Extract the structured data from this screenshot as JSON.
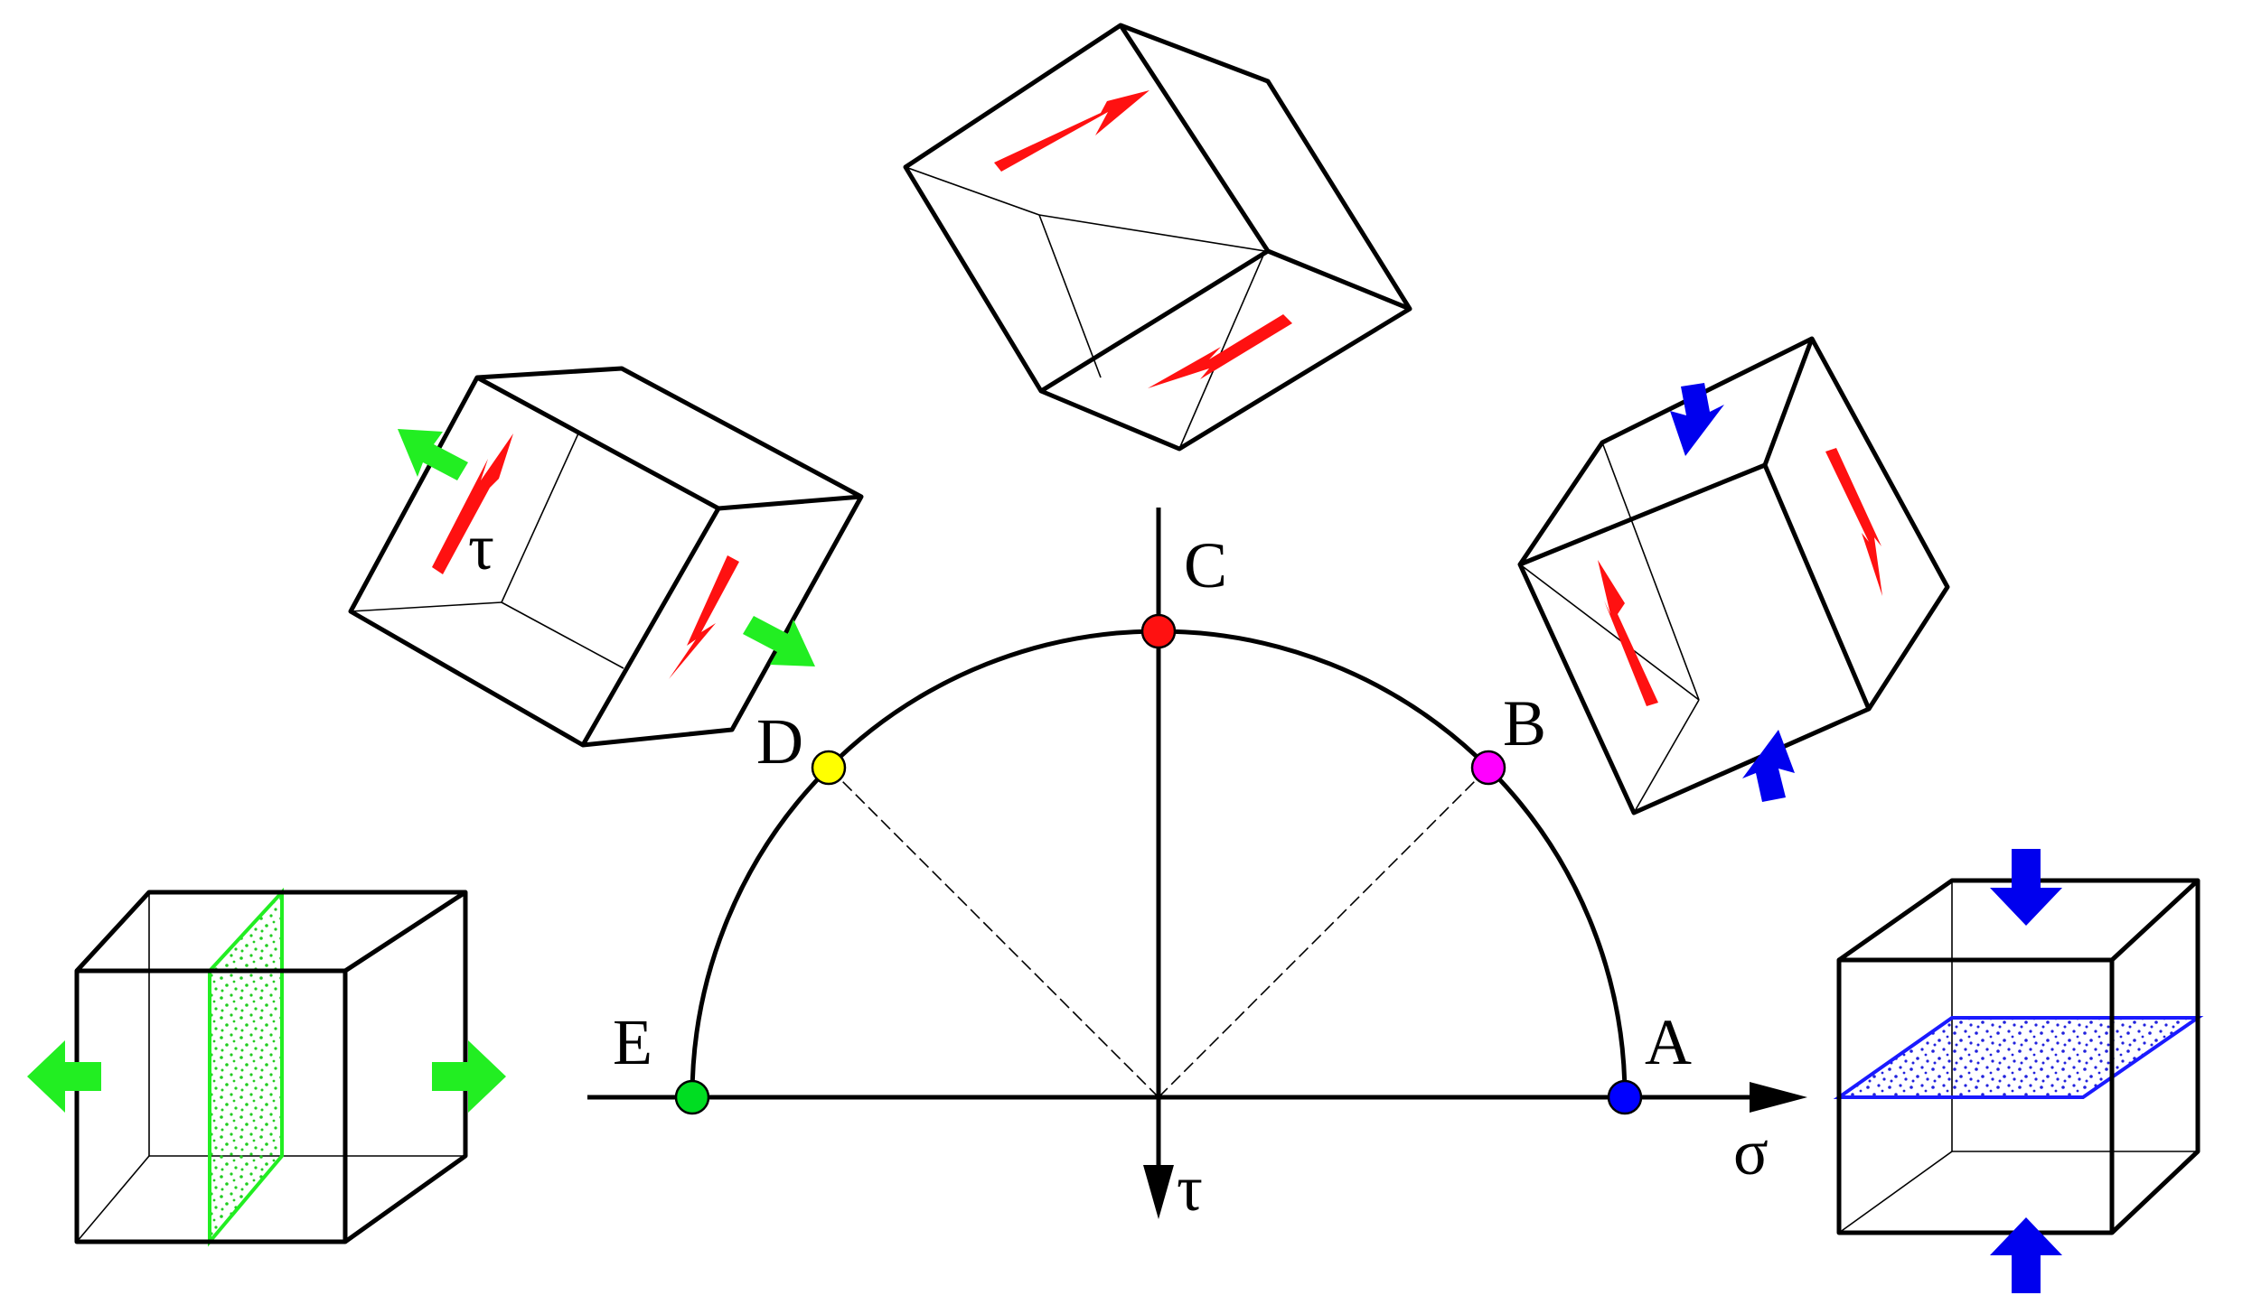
{
  "point_labels": {
    "A": "A",
    "B": "B",
    "C": "C",
    "D": "D",
    "E": "E"
  },
  "axis_labels": {
    "sigma": "σ",
    "tau": "τ"
  },
  "cube_shear_label": "τ",
  "colors": {
    "A": "#0000ff",
    "B": "#ff00ff",
    "C": "#ff0000",
    "D": "#ffff00",
    "E": "#00cc00",
    "tension_arrow": "#22ee22",
    "compression_arrow": "#0000ee",
    "shear_arrow": "#ff0000"
  },
  "icons": {
    "tension_arrow": "green-arrow-icon",
    "compression_arrow": "blue-arrow-icon",
    "shear_arrow": "red-half-arrow-icon"
  }
}
